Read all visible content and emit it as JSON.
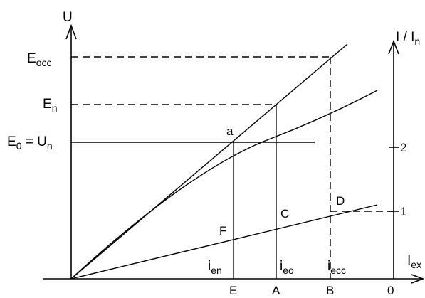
{
  "axes": {
    "y_left": {
      "symbol": "U"
    },
    "x": {
      "symbol": "I",
      "sub": "ex"
    },
    "y_right": {
      "symbol": "I / I",
      "sub": "n"
    }
  },
  "left_labels": {
    "e_occ": {
      "main": "E",
      "sub": "occ"
    },
    "e_n": {
      "main": "E",
      "sub": "n"
    },
    "e0_un": {
      "main1": "E",
      "sub1": "0",
      "eq": " = U",
      "sub2": "n"
    }
  },
  "bottom_labels": {
    "e": "E",
    "a": "A",
    "b": "B",
    "zero": "0"
  },
  "current_labels": {
    "i_en": {
      "main": "i",
      "sub": "en"
    },
    "i_eo": {
      "main": "i",
      "sub": "eo"
    },
    "i_ecc": {
      "main": "i",
      "sub": "ecc"
    }
  },
  "point_labels": {
    "a": "a",
    "c": "C",
    "d": "D",
    "f": "F"
  },
  "right_ticks": {
    "two": "2",
    "one": "1"
  }
}
